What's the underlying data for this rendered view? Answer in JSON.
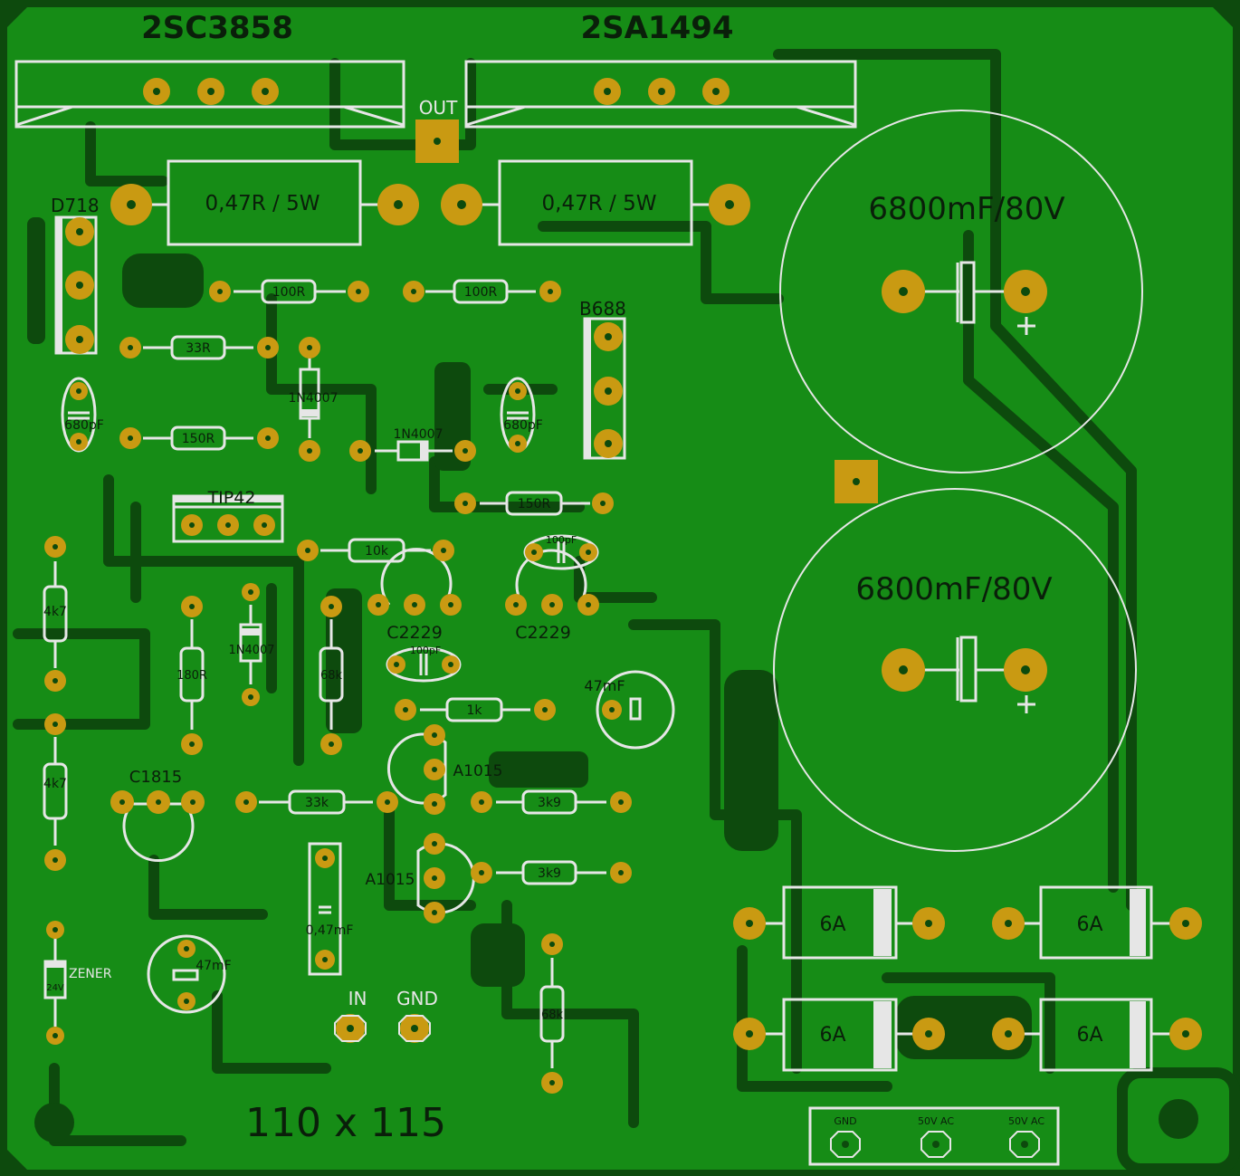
{
  "colors": {
    "substrate": "#0d4a0d",
    "copper": "#168c16",
    "pad": "#c99a12",
    "hole": "#0d4a0d",
    "silk": "#e6e6e6",
    "ink": "#0a1f0a"
  },
  "transistors": {
    "q1": "2SC3858",
    "q2": "2SA1494",
    "out": "OUT",
    "d718": "D718",
    "b688": "B688",
    "tip42": "TIP42",
    "c2229a": "C2229",
    "c2229b": "C2229",
    "a1015a": "A1015",
    "a1015b": "A1015",
    "c1815": "C1815"
  },
  "resistors": {
    "r047a": "0,47R / 5W",
    "r047b": "0,47R / 5W",
    "r100a": "100R",
    "r100b": "100R",
    "r33": "33R",
    "r150a": "150R",
    "r150b": "150R",
    "r10k": "10k",
    "r4k7a": "4k7",
    "r4k7b": "4k7",
    "r180": "180R",
    "r68ka": "68k",
    "r68kb": "68k",
    "r1k": "1k",
    "r33k": "33k",
    "r3k9a": "3k9",
    "r3k9b": "3k9"
  },
  "capacitors": {
    "main1": "6800mF/80V",
    "main2": "6800mF/80V",
    "c680a": "680pF",
    "c680b": "680pF",
    "c100a": "100pF",
    "c100b": "100pF",
    "c47a": "47mF",
    "c47b": "47mF",
    "c047": "0,47mF"
  },
  "diodes": {
    "d1n4007a": "1N4007",
    "d1n4007b": "1N4007",
    "d1n4007c": "1N4007",
    "zener": "ZENER",
    "zener_v": "24V",
    "r6a_1": "6A",
    "r6a_2": "6A",
    "r6a_3": "6A",
    "r6a_4": "6A"
  },
  "connectors": {
    "in": "IN",
    "gnd": "GND",
    "t1": "GND",
    "t2": "50V AC",
    "t3": "50V AC"
  },
  "board": {
    "size": "110 x 115"
  }
}
